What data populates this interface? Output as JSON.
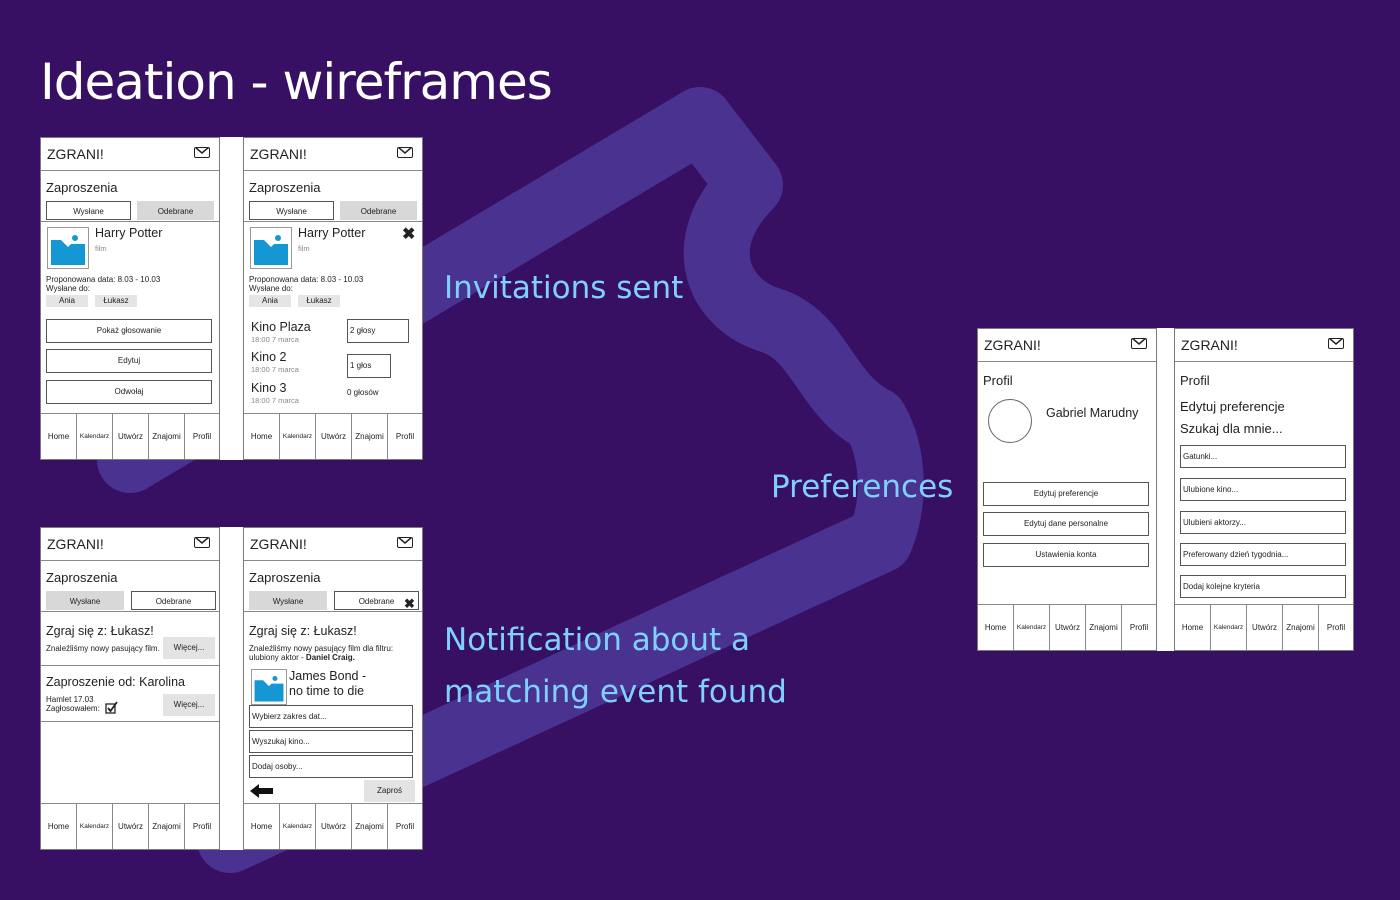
{
  "title": "Ideation - wireframes",
  "captions": {
    "sent": "Invitations sent",
    "preferences": "Preferences",
    "notification_1": "Notification about a",
    "notification_2": "matching event found"
  },
  "colors": {
    "background": "#371063",
    "caption": "#7fd0ff",
    "bg_stroke": "#4a3390",
    "tab_fill": "#d8d8d8",
    "image_blue": "#1597d3"
  },
  "app_name": "ZGRANI!",
  "nav": [
    "Home",
    "Kalendarz",
    "Utwórz",
    "Znajomi",
    "Profil"
  ],
  "invitations": {
    "section": "Zaproszenia",
    "tab_sent": "Wysłane",
    "tab_received": "Odebrane",
    "movie": "Harry Potter",
    "movie_type": "film",
    "proposed_date": "Proponowana data: 8.03 - 10.03",
    "sent_to": "Wysłane do:",
    "people": [
      "Ania",
      "Łukasz"
    ],
    "buttons": [
      "Pokaż głosowanie",
      "Edytuj",
      "Odwołaj"
    ],
    "cinemas": [
      {
        "name": "Kino Plaza",
        "time": "18:00 7 marca",
        "votes": "2 głosy"
      },
      {
        "name": "Kino 2",
        "time": "18:00 7 marca",
        "votes": "1 głos"
      },
      {
        "name": "Kino 3",
        "time": "18:00 7 marca",
        "votes": "0 głosów"
      }
    ]
  },
  "notifications": {
    "heading1": "Zgraj się z: Łukasz!",
    "desc1": "Znaleźliśmy nowy pasujący film.",
    "more": "Więcej...",
    "heading2": "Zaproszenie od: Karolina",
    "item2_line1": "Hamlet 17.03",
    "item2_line2": "Zagłosowałem:",
    "desc_line1": "Znaleźliśmy nowy pasujący film dla filtru:",
    "desc_line2_prefix": "ulubiony aktor - ",
    "desc_actor": "Daniel Craig.",
    "movie_line1": "James Bond -",
    "movie_line2": "no time to die",
    "inputs": [
      "Wybierz zakres dat...",
      "Wyszukaj kino...",
      "Dodaj osoby..."
    ],
    "invite": "Zaproś"
  },
  "profile": {
    "section": "Profil",
    "user_name": "Gabriel Marudny",
    "buttons": [
      "Edytuj preferencje",
      "Edytuj dane personalne",
      "Ustawienia konta"
    ],
    "edit_title": "Edytuj preferencje",
    "search_title": "Szukaj dla mnie...",
    "fields": [
      "Gatunki...",
      "Ulubione kino...",
      "Ulubieni aktorzy...",
      "Preferowany dzień tygodnia...",
      "Dodaj kolejne kryteria"
    ]
  },
  "icons": [
    "envelope-icon",
    "image-placeholder-icon",
    "close-icon",
    "checkbox-checked-icon",
    "back-arrow-icon",
    "avatar-circle"
  ]
}
